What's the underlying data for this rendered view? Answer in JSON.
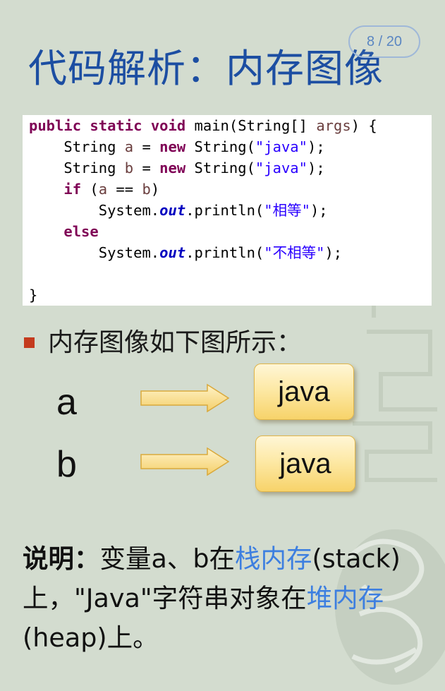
{
  "page_indicator": "8 / 20",
  "title": "代码解析：内存图像",
  "code": {
    "line1": {
      "kw1": "public",
      "kw2": "static",
      "kw3": "void",
      "text": " main(String[] ",
      "var": "args",
      "end": ") {"
    },
    "line2": {
      "indent": "    String ",
      "var": "a",
      "op": " = ",
      "kw": "new",
      "call": " String(",
      "str": "\"java\"",
      "end": ");"
    },
    "line3": {
      "indent": "    String ",
      "var": "b",
      "op": " = ",
      "kw": "new",
      "call": " String(",
      "str": "\"java\"",
      "end": ");"
    },
    "line4": {
      "kw": "if",
      "open": " (",
      "var1": "a",
      "op": " == ",
      "var2": "b",
      "end": ")"
    },
    "line5": {
      "sys": "System.",
      "field": "out",
      "call": ".println(",
      "str": "\"相等\"",
      "end": ");"
    },
    "line6": {
      "kw": "else"
    },
    "line7": {
      "sys": "System.",
      "field": "out",
      "call": ".println(",
      "str": "\"不相等\"",
      "end": ");"
    },
    "line9": {
      "text": "}"
    }
  },
  "bullet": "内存图像如下图所示：",
  "diagram": {
    "var_a": "a",
    "var_b": "b",
    "obj_a": "java",
    "obj_b": "java"
  },
  "note": {
    "label": "说明：",
    "p1": "变量a、b在",
    "stack_mem": "栈内存",
    "p2": "(stack)上，\"Java\"字符串对象在",
    "heap_mem": "堆内存",
    "p3": "(heap)上。"
  }
}
